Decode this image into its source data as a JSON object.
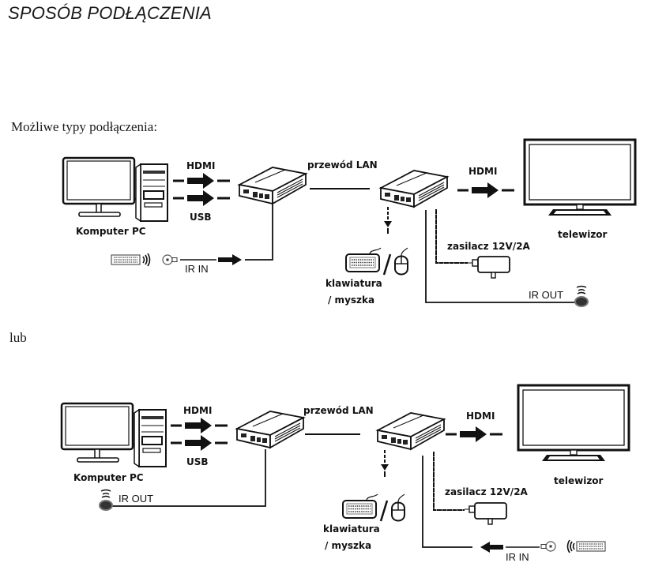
{
  "page": {
    "title": "SPOSÓB PODŁĄCZENIA",
    "intro": "Możliwe typy podłączenia:",
    "separator": "lub"
  },
  "diagrams": [
    {
      "id": "variant-1",
      "labels": {
        "computer": "Komputer PC",
        "hdmi_in": "HDMI",
        "usb": "USB",
        "lan": "przewód LAN",
        "hdmi_out": "HDMI",
        "tv": "telewizor",
        "power": "zasilacz 12V/2A",
        "keyboard_1": "klawiatura",
        "keyboard_2": "/ myszka",
        "ir_in": "IR IN",
        "ir_out": "IR OUT"
      },
      "ir_in_side": "transmitter",
      "ir_out_side": "receiver"
    },
    {
      "id": "variant-2",
      "labels": {
        "computer": "Komputer PC",
        "hdmi_in": "HDMI",
        "usb": "USB",
        "lan": "przewód LAN",
        "hdmi_out": "HDMI",
        "tv": "telewizor",
        "power": "zasilacz 12V/2A",
        "keyboard_1": "klawiatura",
        "keyboard_2": "/ myszka",
        "ir_in": "IR IN",
        "ir_out": "IR OUT"
      },
      "ir_in_side": "receiver",
      "ir_out_side": "transmitter"
    }
  ]
}
